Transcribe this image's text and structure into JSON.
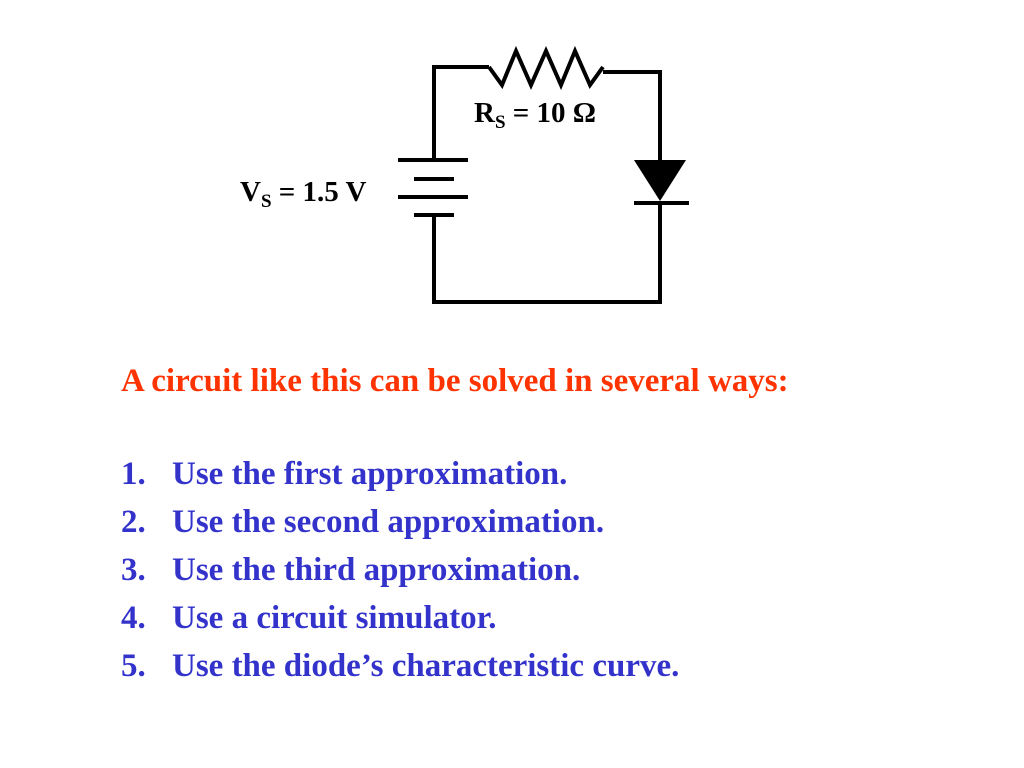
{
  "colors": {
    "heading": "#ff3300",
    "list": "#3333cc",
    "circuit": "#000000"
  },
  "circuit": {
    "resistor": {
      "symbol": "R",
      "subscript": "S",
      "value": "= 10 Ω"
    },
    "source": {
      "symbol": "V",
      "subscript": "S",
      "value": "= 1.5 V"
    },
    "components": [
      "resistor-icon",
      "battery-icon",
      "diode-icon"
    ]
  },
  "heading": "A circuit like this can be solved in several ways:",
  "methods": [
    {
      "number": "1.",
      "text": "Use the first approximation."
    },
    {
      "number": "2.",
      "text": "Use the second approximation."
    },
    {
      "number": "3.",
      "text": "Use the third approximation."
    },
    {
      "number": "4.",
      "text": "Use a circuit simulator."
    },
    {
      "number": "5.",
      "text": "Use the diode’s characteristic curve."
    }
  ]
}
